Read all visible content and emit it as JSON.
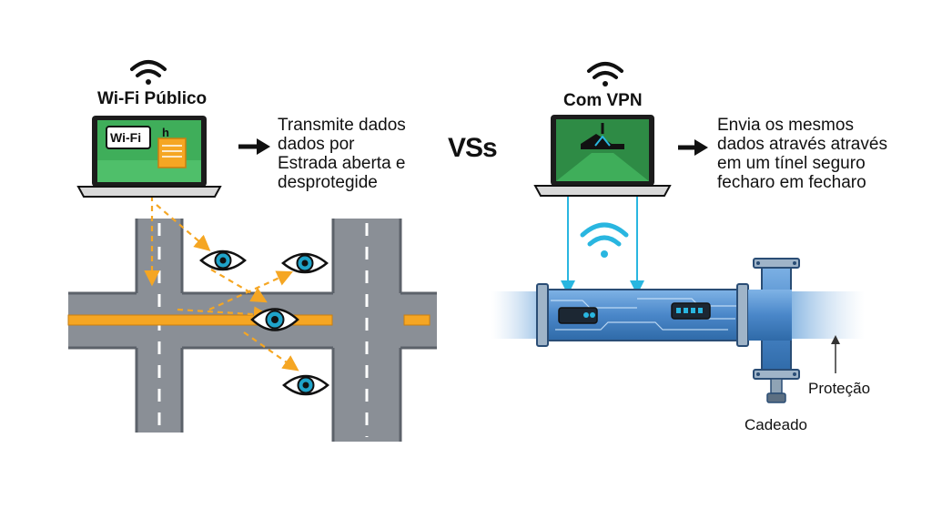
{
  "left": {
    "title": "Wi-Fi Público",
    "screen_tag": "Wi-Fi",
    "description": [
      "Transmite dados",
      "dados por",
      "Estrada aberta e",
      "desprotegide"
    ]
  },
  "vs_label": "VSs",
  "right": {
    "title": "Com VPN",
    "description": [
      "Envia os mesmos",
      "dados através através",
      "em um tínel seguro",
      "fecharo em fecharo"
    ],
    "label_protection": "Proteção",
    "label_lock": "Cadeado"
  },
  "colors": {
    "road": "#8a8f96",
    "road_edge": "#5c626a",
    "lane_line": "#f5a623",
    "eye_iris": "#1fa3c9",
    "screen_left": "#3fae5a",
    "screen_right": "#2e8b45",
    "tunnel": "#4a87c9",
    "tunnel_light": "#8fc0ec",
    "cyan": "#29b6e0"
  }
}
